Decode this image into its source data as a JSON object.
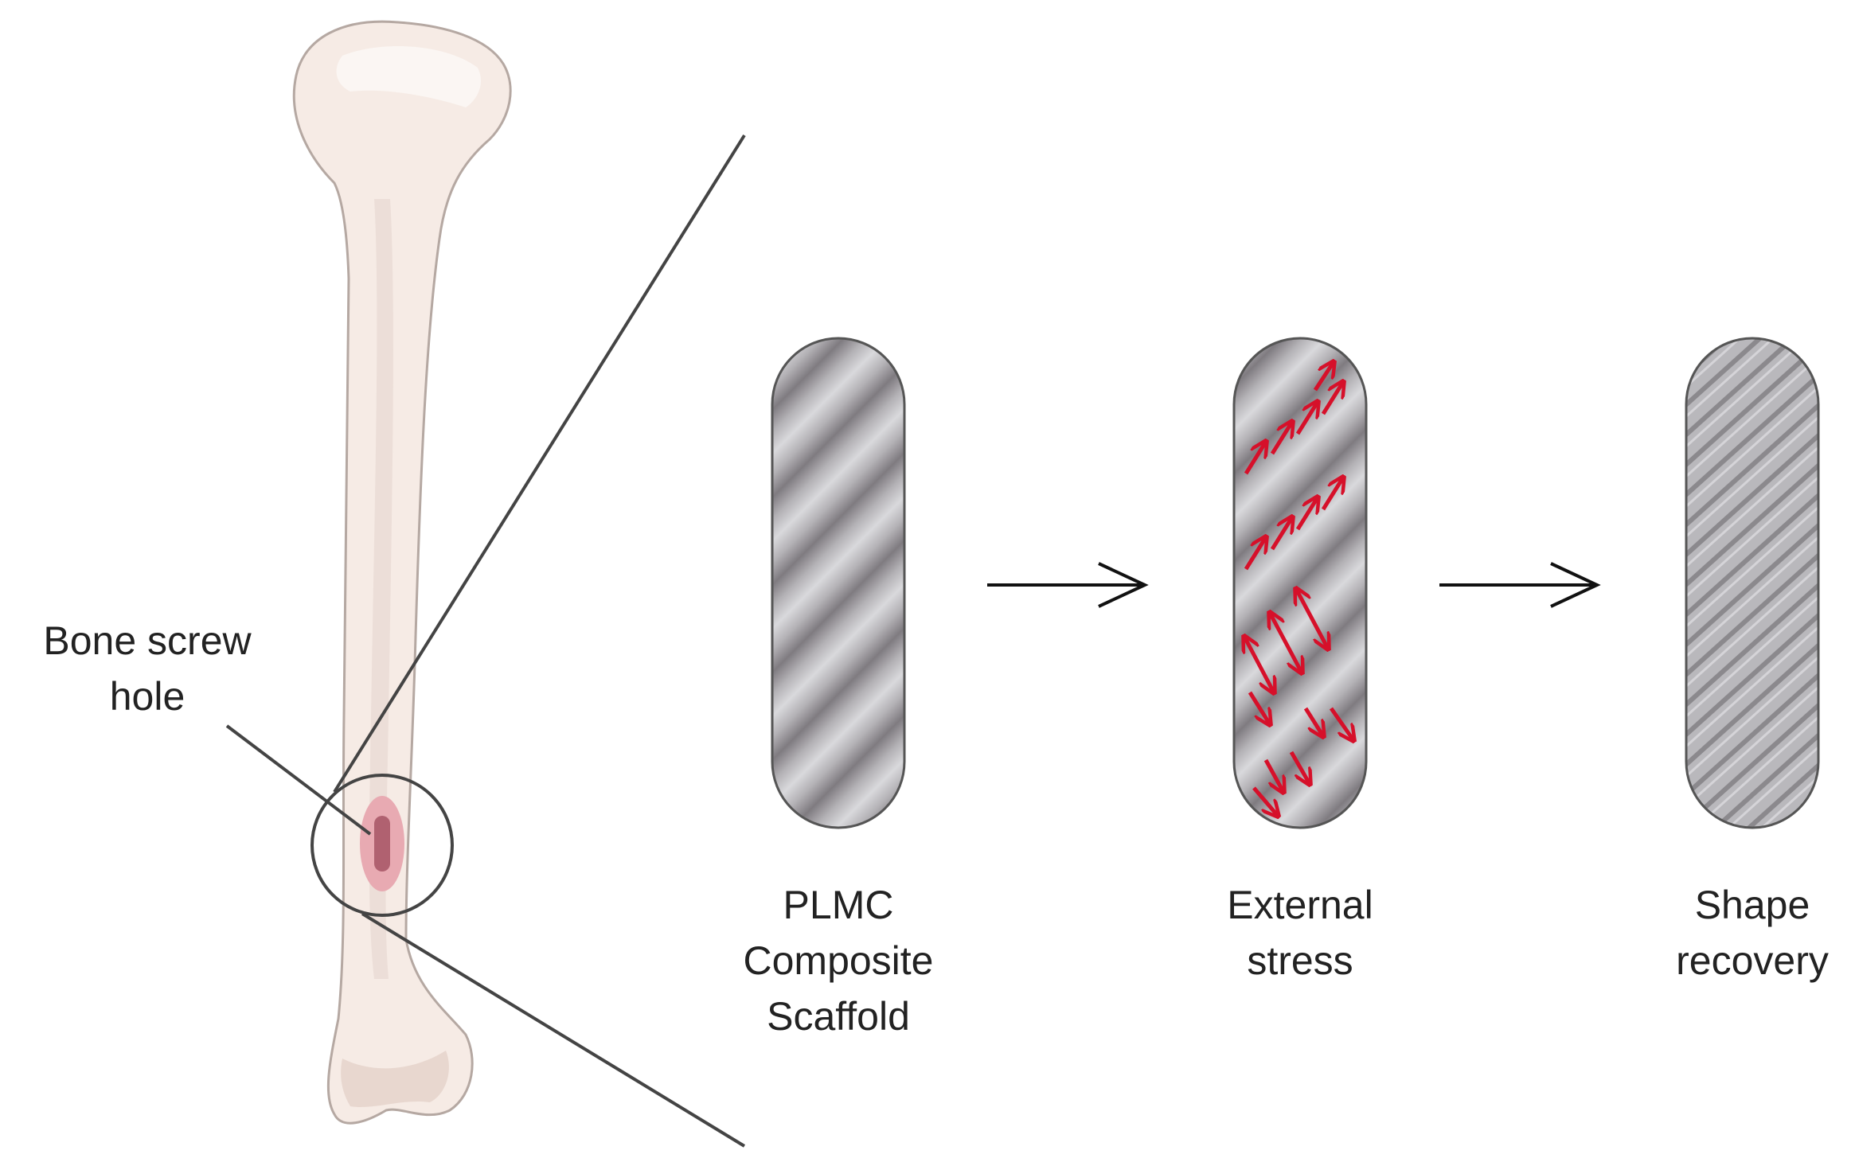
{
  "bone": {
    "callout_lines": [
      "Bone screw",
      "hole"
    ]
  },
  "steps": [
    {
      "id": "plmc",
      "caption_lines": [
        "PLMC",
        "Composite",
        "Scaffold"
      ]
    },
    {
      "id": "stress",
      "caption_lines": [
        "External",
        "stress"
      ]
    },
    {
      "id": "recovery",
      "caption_lines": [
        "Shape",
        "recovery"
      ]
    }
  ],
  "colors": {
    "bone_fill": "#f6ebe5",
    "bone_shadow": "#e3cfc6",
    "hole_outer": "#e8aab2",
    "hole_inner": "#b06170",
    "scaffold_dark": "#8c8a8e",
    "scaffold_light": "#d9d9dc",
    "stress_arrow": "#d6102a",
    "line": "#444444"
  }
}
